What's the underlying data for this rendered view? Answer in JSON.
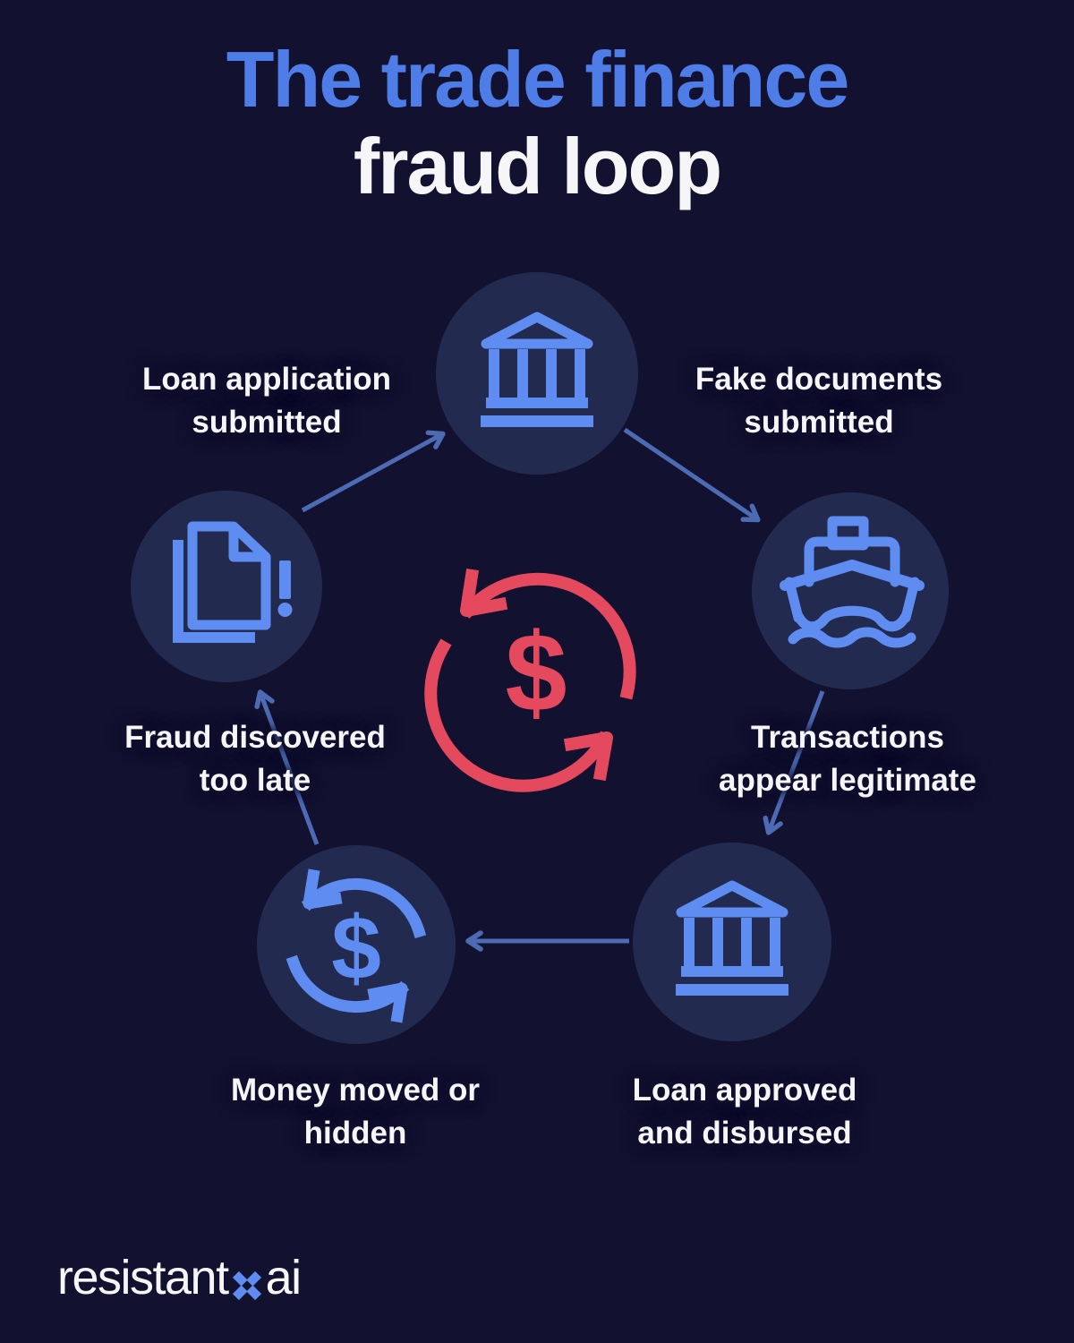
{
  "title": {
    "line1": "The trade finance",
    "line2": "fraud loop"
  },
  "colors": {
    "background": "#12112f",
    "node_fill": "#222b4f",
    "icon_blue": "#5e8cf0",
    "title_blue": "#4f7de8",
    "connector_blue": "#4d6bb4",
    "accent_red": "#e5495e",
    "text_white": "#f6f6f8"
  },
  "diagram": {
    "center_icon": {
      "name": "currency-cycle-icon",
      "symbol": "$"
    },
    "nodes": [
      {
        "id": "bank-top",
        "icon": "bank-icon"
      },
      {
        "id": "cargo-ship",
        "icon": "ship-icon"
      },
      {
        "id": "bank-bottom",
        "icon": "bank-icon"
      },
      {
        "id": "money-transfer",
        "icon": "money-cycle-icon",
        "symbol": "$"
      },
      {
        "id": "flagged-documents",
        "icon": "documents-warning-icon"
      }
    ],
    "steps": [
      {
        "position": "top-left",
        "lines": [
          "Loan application",
          "submitted"
        ]
      },
      {
        "position": "top-right",
        "lines": [
          "Fake documents",
          "submitted"
        ]
      },
      {
        "position": "right",
        "lines": [
          "Transactions",
          "appear legitimate"
        ]
      },
      {
        "position": "bottom-right",
        "lines": [
          "Loan approved",
          "and disbursed"
        ]
      },
      {
        "position": "bottom-left",
        "lines": [
          "Money moved or",
          "hidden"
        ]
      },
      {
        "position": "left",
        "lines": [
          "Fraud discovered",
          "too late"
        ]
      }
    ]
  },
  "logo": {
    "word": "resistant",
    "separator_icon": "x-mark",
    "suffix": "ai"
  }
}
